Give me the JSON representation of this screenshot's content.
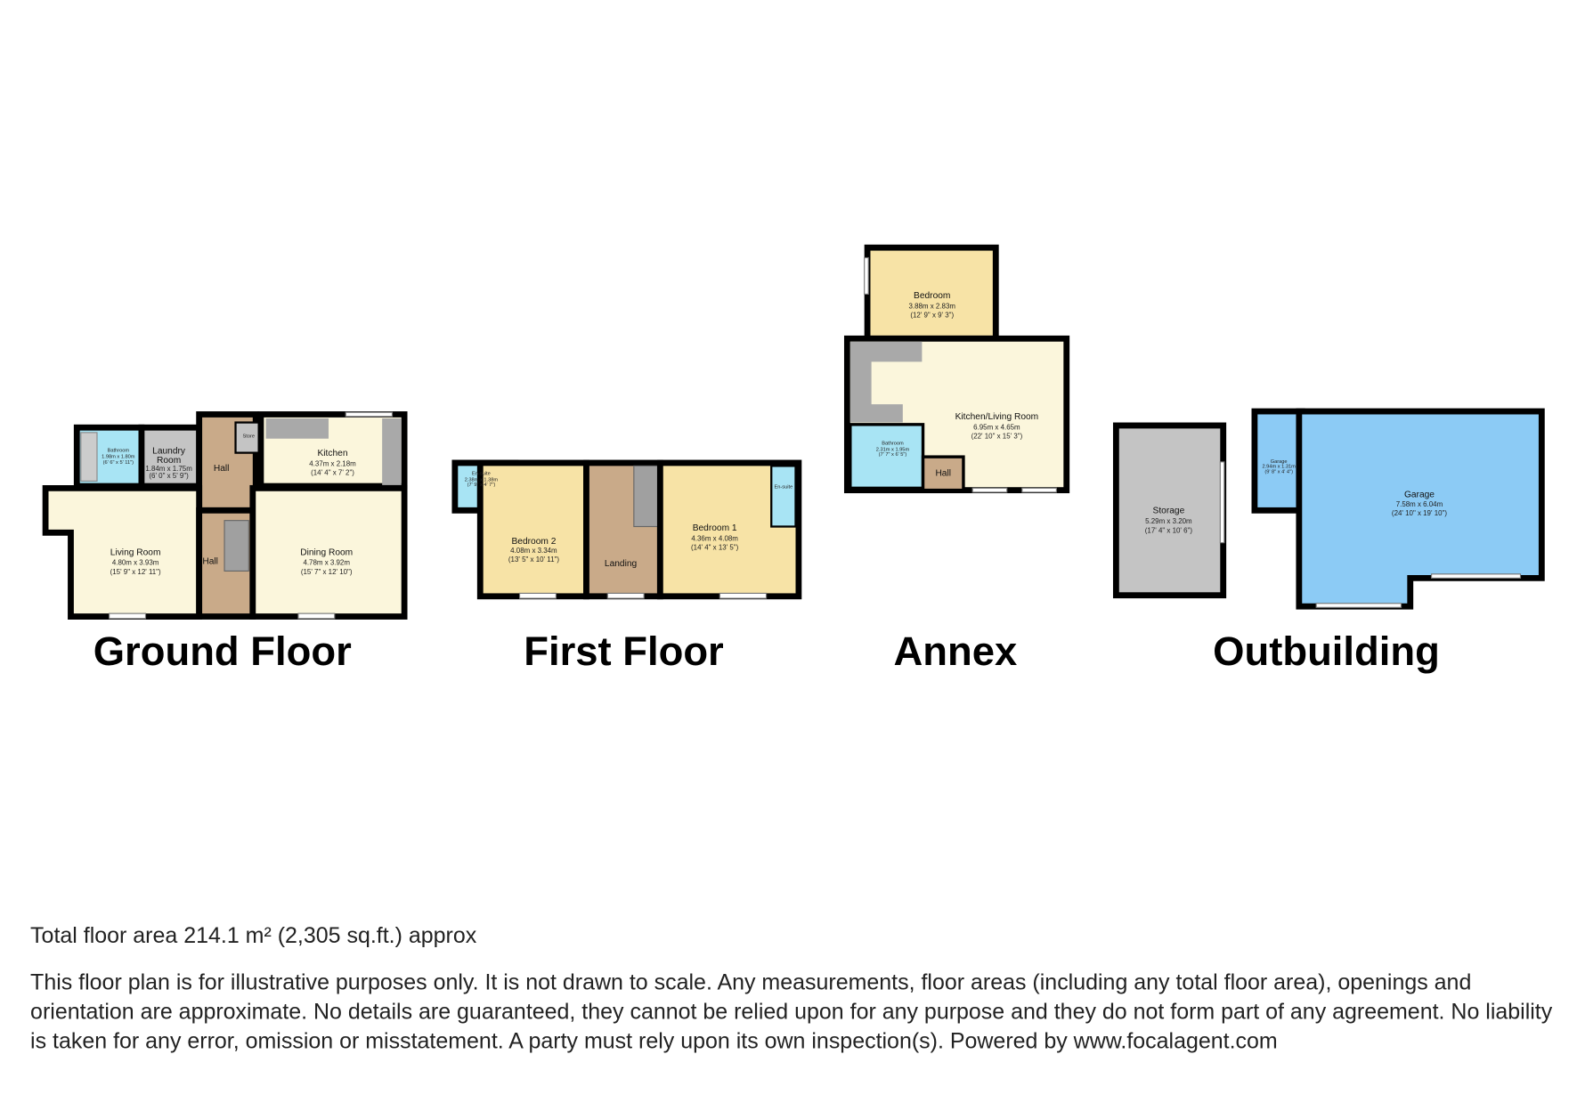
{
  "floors": {
    "ground": {
      "title": "Ground Floor",
      "rooms": {
        "bathroom": {
          "name": "Bathroom",
          "metric": "1.98m x 1.80m",
          "imperial": "(6' 6\" x 5' 11\")"
        },
        "laundry": {
          "name1": "Laundry",
          "name2": "Room",
          "metric": "1.84m x 1.75m",
          "imperial": "(6' 0\" x 5' 9\")"
        },
        "hall_upper": {
          "name": "Hall"
        },
        "store": {
          "name": "Store"
        },
        "kitchen": {
          "name": "Kitchen",
          "metric": "4.37m x 2.18m",
          "imperial": "(14' 4\" x 7' 2\")"
        },
        "living": {
          "name": "Living Room",
          "metric": "4.80m x 3.93m",
          "imperial": "(15' 9\" x 12' 11\")"
        },
        "hall_lower": {
          "name": "Hall"
        },
        "dining": {
          "name": "Dining Room",
          "metric": "4.78m x 3.92m",
          "imperial": "(15' 7\" x 12' 10\")"
        }
      }
    },
    "first": {
      "title": "First Floor",
      "rooms": {
        "ensuite": {
          "name": "En-suite",
          "metric": "2.38m x 1.38m",
          "imperial": "(7' 9\" x 4' 7\")"
        },
        "bedroom2": {
          "name": "Bedroom 2",
          "metric": "4.08m x 3.34m",
          "imperial": "(13' 5\" x 10' 11\")"
        },
        "landing": {
          "name": "Landing"
        },
        "bedroom1": {
          "name": "Bedroom 1",
          "metric": "4.36m x 4.08m",
          "imperial": "(14' 4\" x 13' 5\")"
        },
        "ensuite2": {
          "name": "En-suite"
        }
      }
    },
    "annex": {
      "title": "Annex",
      "rooms": {
        "bedroom": {
          "name": "Bedroom",
          "metric": "3.88m x 2.83m",
          "imperial": "(12' 9\" x 9' 3\")"
        },
        "kitchen_living": {
          "name": "Kitchen/Living Room",
          "metric": "6.95m x 4.65m",
          "imperial": "(22' 10\" x 15' 3\")"
        },
        "bathroom": {
          "name": "Bathroom",
          "metric": "2.31m x 1.95m",
          "imperial": "(7' 7\" x 6' 5\")"
        },
        "hall": {
          "name": "Hall"
        }
      }
    },
    "outbuilding": {
      "title": "Outbuilding",
      "rooms": {
        "storage": {
          "name": "Storage",
          "metric": "5.29m x 3.20m",
          "imperial": "(17' 4\" x 10' 6\")"
        },
        "garage_small": {
          "name": "Garage",
          "metric": "2.94m x 1.31m",
          "imperial": "(9' 8\" x 4' 4\")"
        },
        "garage": {
          "name": "Garage",
          "metric": "7.58m x 6.04m",
          "imperial": "(24' 10\" x 19' 10\")"
        }
      }
    }
  },
  "colors": {
    "cream": "#fbf6dc",
    "bedroom": "#f7e3a6",
    "hall": "#c9aa89",
    "wet": "#a8e4f4",
    "garage": "#8ccbf5",
    "grey": "#c4c4c4"
  },
  "footer": {
    "total": "Total floor area 214.1 m² (2,305 sq.ft.) approx",
    "disclaimer": "This floor plan is for illustrative purposes only. It is not drawn to scale. Any measurements, floor areas (including any total floor area), openings and orientation are approximate. No details are guaranteed, they cannot be relied upon for any purpose and they do not form part of any agreement. No liability is taken for any error, omission or misstatement. A party must rely upon its own inspection(s). Powered by www.focalagent.com"
  }
}
